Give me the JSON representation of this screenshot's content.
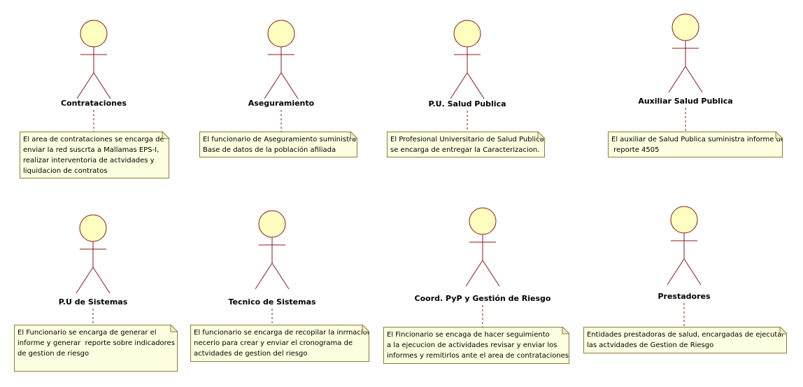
{
  "diagram": {
    "type": "UML actor diagram",
    "colors": {
      "actor_fill": "#ffffc0",
      "actor_stroke": "#8b1a1a",
      "note_fill": "#fefee0",
      "note_border": "#8b7d3a",
      "connector": "#8b1a1a"
    },
    "actors": [
      {
        "name": "Contrataciones",
        "note": [
          "El area de contrataciones se encarga de",
          "enviar la red suscrta a Mallamas EPS-I,",
          "realizar interventoria de actvidades y",
          "liquidacion de contratos"
        ]
      },
      {
        "name": "Aseguramiento",
        "note": [
          "El funcionario de Aseguramiento suministra",
          "Base de datos de la población afiliada"
        ]
      },
      {
        "name": "P.U. Salud Publica",
        "note": [
          "El Profesional Universitario de Salud Publica",
          "se encarga de entregar la Caracterizacion."
        ]
      },
      {
        "name": "Auxiliar Salud Publica",
        "note": [
          "El auxiliar de Salud Publica suministra informe de",
          " reporte 4505"
        ]
      },
      {
        "name": "P.U de Sistemas",
        "note": [
          "El Funcionario se encarga de generar el",
          "informe y generar  reporte sobre indicadores",
          "de gestion de riesgo"
        ]
      },
      {
        "name": "Tecnico de Sistemas",
        "note": [
          "El funcionario se encarga de recopilar la inrmacion",
          "necerio para crear y enviar el cronograma de",
          "actvidades de gestion del riesgo"
        ]
      },
      {
        "name": "Coord. PyP y Gestión de Riesgo",
        "note": [
          "El Fincionario se encaga de hacer seguimiento",
          "a la ejecucion de actividades revisar y enviar los",
          "informes y remitirlos ante el area de contrataciones"
        ]
      },
      {
        "name": "Prestadores",
        "note": [
          "Entidades prestadoras de salud, encargadas de ejecutar",
          "las actvidades de Gestion de Riesgo"
        ]
      }
    ]
  }
}
